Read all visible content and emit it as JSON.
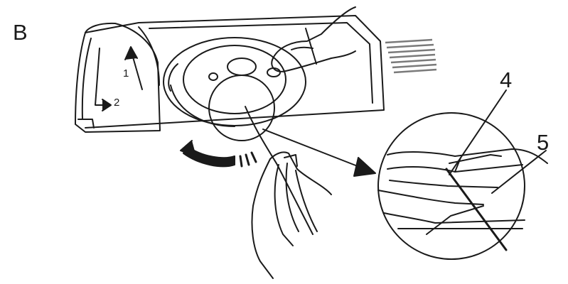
{
  "figure": {
    "letter": "B",
    "step_labels": [
      "1",
      "2"
    ],
    "callouts": [
      "4",
      "5"
    ]
  },
  "colors": {
    "line": "#1a1a1a",
    "background": "#ffffff",
    "screen_gray": "#7a7a7a"
  }
}
